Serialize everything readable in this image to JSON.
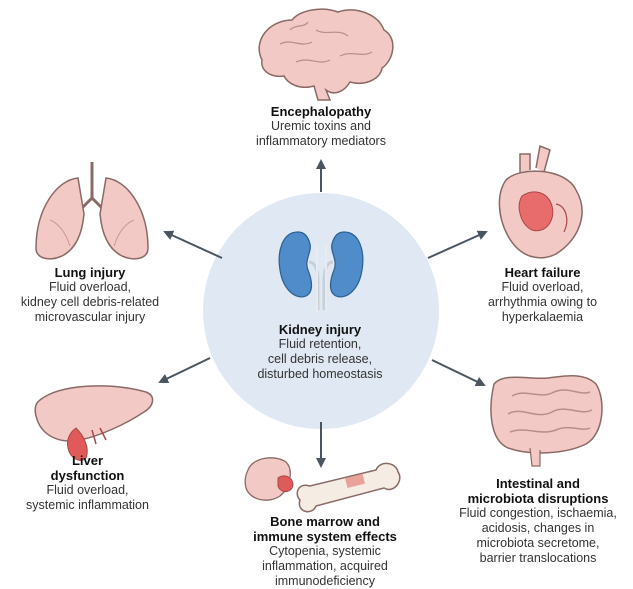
{
  "center": {
    "title": "Kidney injury",
    "desc": "Fluid retention,\ncell debris release,\ndisturbed homeostasis"
  },
  "organs": {
    "brain": {
      "title": "Encephalopathy",
      "desc": "Uremic toxins and\ninflammatory mediators"
    },
    "lung": {
      "title": "Lung injury",
      "desc": "Fluid overload,\nkidney cell debris-related\nmicrovascular injury"
    },
    "heart": {
      "title": "Heart failure",
      "desc": "Fluid overload,\narrhythmia owing to\nhyperkalaemia"
    },
    "liver": {
      "title": "Liver\ndysfunction",
      "desc": "Fluid overload,\nsystemic inflammation"
    },
    "intestine": {
      "title": "Intestinal and\nmicrobiota disruptions",
      "desc": "Fluid congestion, ischaemia,\nacidosis, changes in\nmicrobiota secretome,\nbarrier translocations"
    },
    "bone": {
      "title": "Bone marrow and\nimmune system effects",
      "desc": "Cytopenia, systemic\ninflammation,  acquired\nimmunodeficiency"
    }
  },
  "colors": {
    "center_circle": "#dfe8f3",
    "kidney": "#4f8cc9",
    "arrow": "#4a5560",
    "organ_pink": "#f2c9c5",
    "organ_outline": "#8a6a66",
    "liver_red": "#e05a5a",
    "bone": "#f5ece4"
  },
  "icons": [
    "brain-icon",
    "lung-icon",
    "heart-icon",
    "liver-icon",
    "intestine-icon",
    "bone-marrow-icon",
    "kidney-icon"
  ]
}
